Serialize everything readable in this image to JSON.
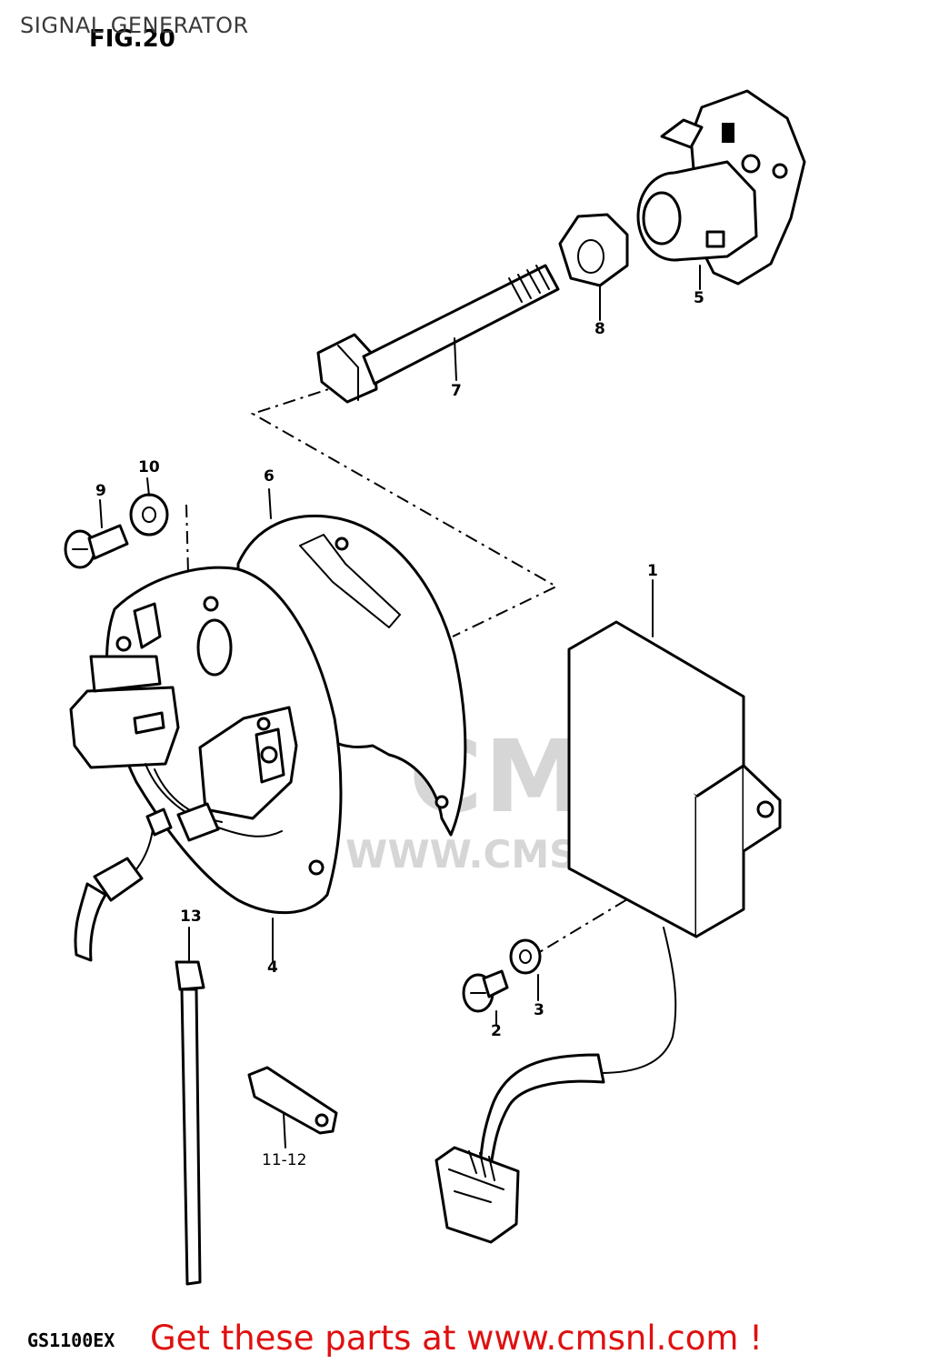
{
  "header": {
    "title": "SIGNAL GENERATOR",
    "figure": "FIG.20"
  },
  "footer": {
    "model": "GS1100EX",
    "promo": "Get these parts at www.cmsnl.com !"
  },
  "watermark": {
    "logo_text": "CMS",
    "url_text": "WWW.CMSNL.COM"
  },
  "callouts": [
    {
      "number": "1",
      "part": "igniter-unit"
    },
    {
      "number": "2",
      "part": "screw"
    },
    {
      "number": "3",
      "part": "washer"
    },
    {
      "number": "4",
      "part": "generator-plate"
    },
    {
      "number": "5",
      "part": "rotor"
    },
    {
      "number": "6",
      "part": "gasket"
    },
    {
      "number": "7",
      "part": "bolt"
    },
    {
      "number": "8",
      "part": "nut"
    },
    {
      "number": "9",
      "part": "screw"
    },
    {
      "number": "10",
      "part": "washer"
    },
    {
      "number": "11-12",
      "part": "clamp"
    },
    {
      "number": "13",
      "part": "cable-tie"
    }
  ],
  "colors": {
    "promo": "#e01010",
    "ink": "#000000",
    "watermark": "#d6d6d6"
  }
}
